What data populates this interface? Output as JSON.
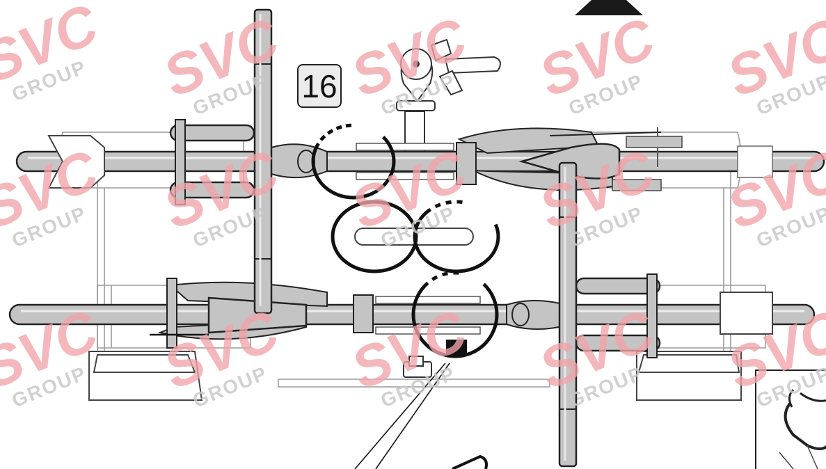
{
  "diagram": {
    "step_number": "16"
  },
  "watermark": {
    "brand": "SVC",
    "sub": "GROUP",
    "color": "#f1a5aa",
    "sub_color": "#c9c9c9"
  },
  "colors": {
    "tube_fill": "#c4c4c4",
    "outline": "#222222",
    "highlight_ring": "#111111",
    "arrow": "#111111"
  }
}
